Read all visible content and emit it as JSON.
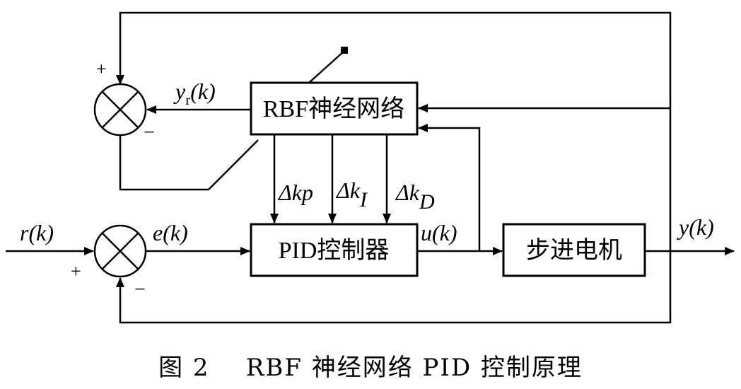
{
  "blocks": {
    "rbf": "RBF神经网络",
    "pid": "PID控制器",
    "motor": "步进电机"
  },
  "signals": {
    "r": "r(k)",
    "e": "e(k)",
    "u": "u(k)",
    "y": "y(k)",
    "yr_base": "y",
    "yr_sub": "r",
    "yr_rest": "(k)",
    "dkp": "Δkp",
    "dki_base": "Δk",
    "dki_sub": "I",
    "dkd_base": "Δk",
    "dkd_sub": "D"
  },
  "signs": {
    "top_plus": "+",
    "top_minus": "−",
    "bottom_plus": "+",
    "bottom_minus": "−"
  },
  "caption": {
    "label": "图 2",
    "title": "RBF 神经网络 PID 控制原理"
  }
}
